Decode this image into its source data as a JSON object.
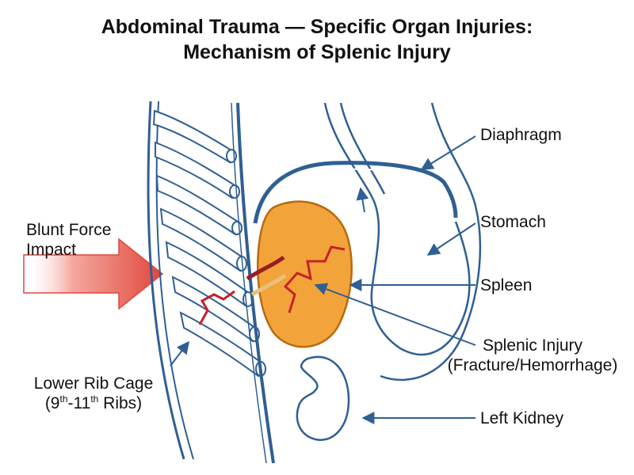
{
  "title": {
    "line1": "Abdominal Trauma — Specific Organ Injuries:",
    "line2": "Mechanism of Splenic Injury"
  },
  "labels": {
    "blunt_force_line1": "Blunt Force",
    "blunt_force_line2": "Impact",
    "diaphragm": "Diaphragm",
    "stomach": "Stomach",
    "spleen": "Spleen",
    "splenic_injury_line1": "Splenic Injury",
    "splenic_injury_line2": "(Fracture/Hemorrhage)",
    "left_kidney": "Left Kidney",
    "rib_cage_line1": "Lower Rib Cage",
    "rib_cage_line2_pre": "(9",
    "rib_cage_sup1": "th",
    "rib_cage_mid": "-11",
    "rib_cage_sup2": "th",
    "rib_cage_post": " Ribs)"
  },
  "colors": {
    "outline": "#2f5f93",
    "fill_light": "#ffffff",
    "spleen_fill": "#f2a43a",
    "spleen_stroke": "#b86a10",
    "fracture": "#c8202a",
    "arrow_red": "#e0473c"
  }
}
